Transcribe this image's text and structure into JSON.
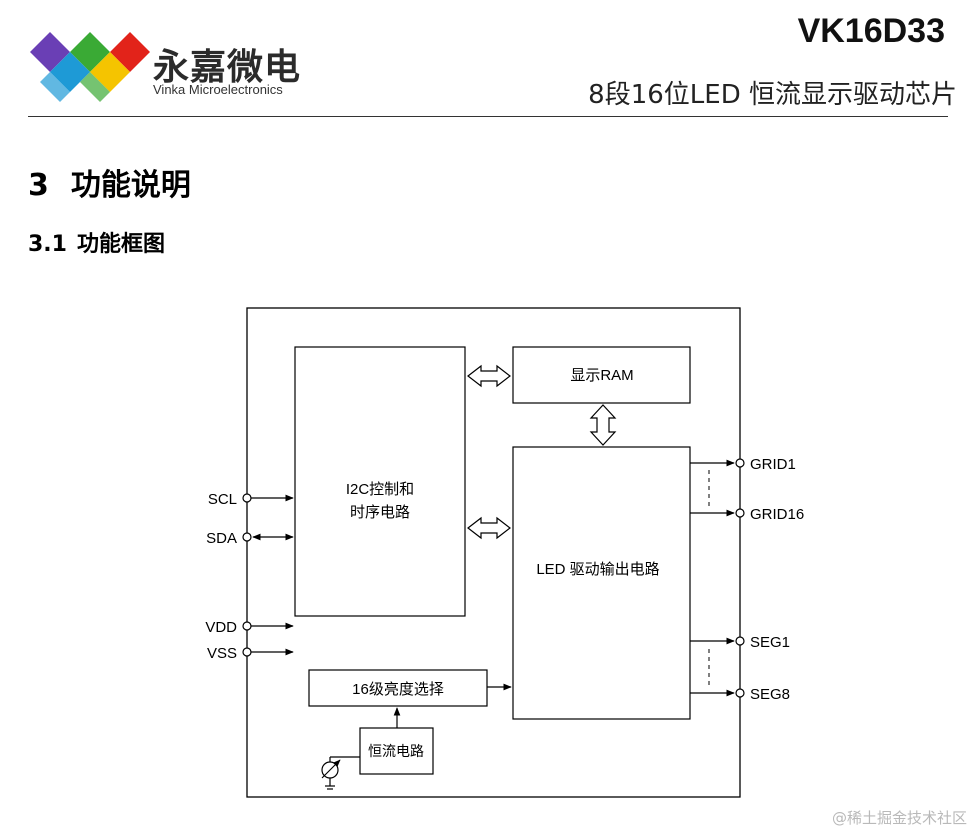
{
  "header": {
    "logo_cn": "永嘉微电",
    "logo_en": "Vinka Microelectronics",
    "doc_code": "VK16D33",
    "doc_subtitle": "8段16位LED 恒流显示驱动芯片"
  },
  "section": {
    "number": "3",
    "title": "功能说明"
  },
  "subsection": {
    "number": "3.1",
    "title": "功能框图"
  },
  "diagram": {
    "blocks": {
      "i2c_line1": "I2C控制和",
      "i2c_line2": "时序电路",
      "display_ram": "显示RAM",
      "led_driver": "LED 驱动输出电路",
      "brightness": "16级亮度选择",
      "constant_current": "恒流电路"
    },
    "pins_left": [
      "SCL",
      "SDA",
      "VDD",
      "VSS"
    ],
    "pins_right": [
      "GRID1",
      "GRID16",
      "SEG1",
      "SEG8"
    ]
  },
  "watermark": "@稀土掘金技术社区",
  "colors": {
    "logo_purple": "#6a3fb5",
    "logo_red": "#e2231a",
    "logo_green": "#3aaa35",
    "logo_blue": "#1e9ad6",
    "logo_yellow": "#f5c400"
  }
}
